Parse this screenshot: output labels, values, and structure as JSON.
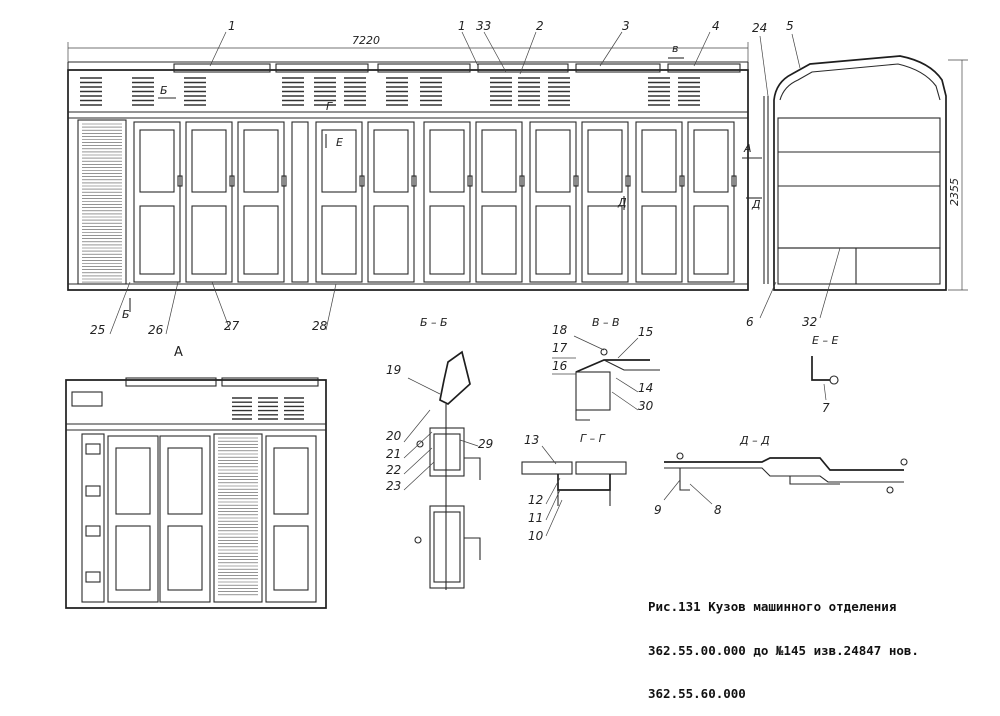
{
  "caption": {
    "line1": "Рис.131 Кузов машинного отделения",
    "line2": "362.55.00.000 до №145 изв.24847 нов.",
    "line3": "362.55.60.000"
  },
  "dimensions": {
    "length": "7220",
    "height": "2355"
  },
  "view_labels": {
    "view_a": "А",
    "section_bb": "Б – Б",
    "section_vv": "В – В",
    "section_gg": "Г – Г",
    "section_dd": "Д – Д",
    "section_ee": "Е – Е",
    "mark_a": "А",
    "mark_b": "Б",
    "mark_v": "в",
    "mark_g": "Г",
    "mark_d": "Д",
    "mark_e": "Е"
  },
  "callouts": {
    "c1a": "1",
    "c1b": "1",
    "c2": "2",
    "c3": "3",
    "c4": "4",
    "c5": "5",
    "c6": "6",
    "c7": "7",
    "c8": "8",
    "c9": "9",
    "c10": "10",
    "c11": "11",
    "c12": "12",
    "c13": "13",
    "c14": "14",
    "c15": "15",
    "c16": "16",
    "c17": "17",
    "c18": "18",
    "c19": "19",
    "c20": "20",
    "c21": "21",
    "c22": "22",
    "c23": "23",
    "c24": "24",
    "c25": "25",
    "c26": "26",
    "c27": "27",
    "c28": "28",
    "c29": "29",
    "c30": "30",
    "c32": "32",
    "c33": "33"
  }
}
